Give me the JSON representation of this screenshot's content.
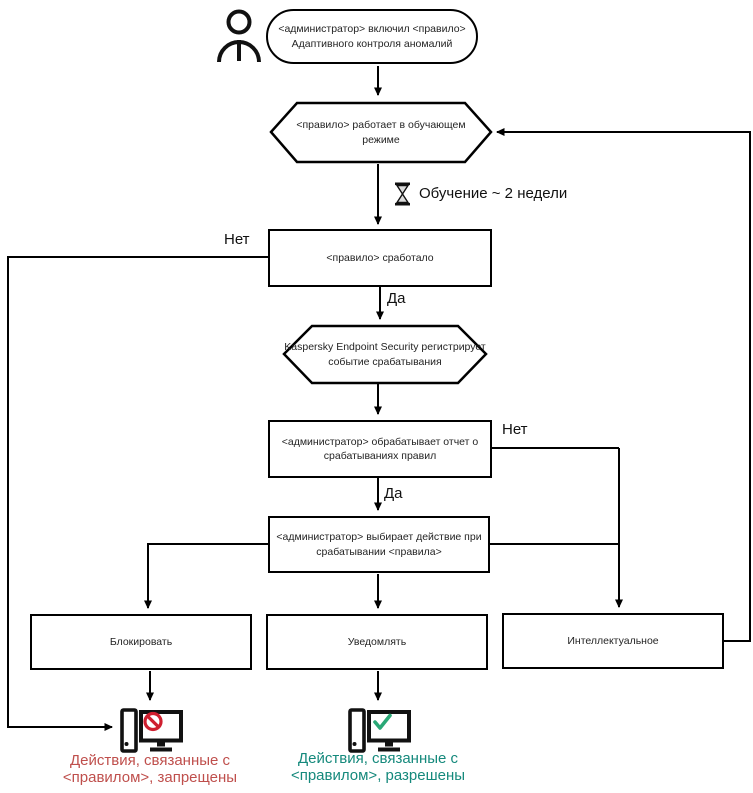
{
  "diagram_type": "flowchart",
  "colors": {
    "line": "#000000",
    "node_border": "#000000",
    "node_fill": "#ffffff",
    "text": "#242424",
    "blocked_text": "#bf4f4c",
    "allowed_text": "#15897c",
    "prohibit_badge": "#cf1f2f",
    "check_badge": "#2aa876"
  },
  "nodes": {
    "start": "<администратор> включил <правило>\nАдаптивного контроля аномалий",
    "learning_mode": "<правило> работает в обучающем\nрежиме",
    "rule_triggered": "<правило> сработало",
    "registers_event": "Kaspersky Endpoint Security регистрирует\nсобытие срабатывания",
    "admin_report": "<администратор> обрабатывает отчет о\nсрабатываниях правил",
    "admin_action": "<администратор> выбирает действие при\nсрабатывании <правила>",
    "action_block": "Блокировать",
    "action_notify": "Уведомлять",
    "action_smart": "Интеллектуальное"
  },
  "labels": {
    "no_rule_triggered": "Нет",
    "yes_rule_triggered": "Да",
    "no_admin_report": "Нет",
    "yes_admin_report": "Да",
    "training_note": "Обучение ~ 2 недели"
  },
  "results": {
    "blocked": "Действия, связанные с\n<правилом>, запрещены",
    "allowed": "Действия, связанные с\n<правилом>, разрешены"
  },
  "icons": {
    "person": "person-icon",
    "hourglass": "hourglass-icon",
    "computer_blocked": "computer-prohibited-icon",
    "computer_allowed": "computer-allowed-icon"
  }
}
